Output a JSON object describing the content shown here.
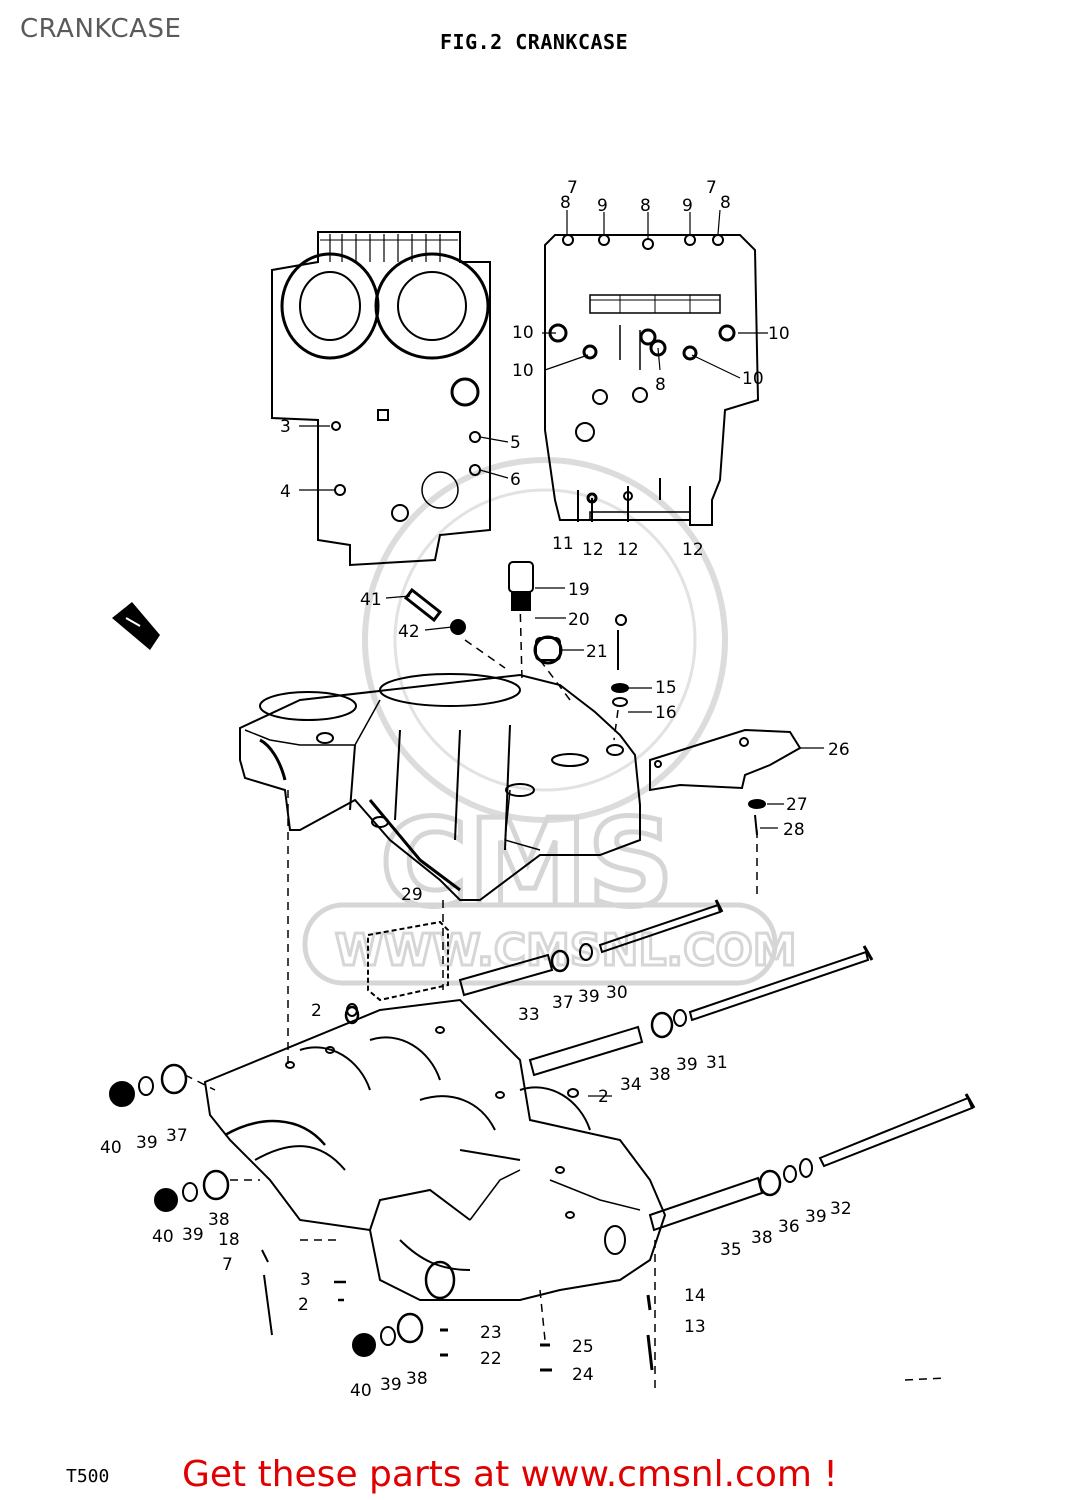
{
  "page_label": "CRANKCASE",
  "figure_title": "FIG.2  CRANKCASE",
  "model": "T500",
  "promo": "Get these parts at www.cmsnl.com !",
  "watermark": {
    "brand": "CMS",
    "url": "WWW.CMSNL.COM"
  },
  "colors": {
    "promo": "#e00000",
    "watermark": "#d6d6d6",
    "ink": "#000000"
  },
  "callouts": [
    "7",
    "8",
    "9",
    "8",
    "9",
    "7",
    "8",
    "10",
    "10",
    "10",
    "8",
    "10",
    "3",
    "5",
    "6",
    "4",
    "11",
    "12",
    "12",
    "12",
    "41",
    "19",
    "20",
    "42",
    "21",
    "15",
    "16",
    "26",
    "27",
    "28",
    "29",
    "30",
    "33",
    "37",
    "39",
    "2",
    "31",
    "34",
    "38",
    "39",
    "40",
    "39",
    "37",
    "2",
    "40",
    "39",
    "18",
    "38",
    "7",
    "35",
    "38",
    "36",
    "39",
    "32",
    "3",
    "2",
    "14",
    "13",
    "23",
    "22",
    "25",
    "24",
    "40",
    "39",
    "38"
  ]
}
